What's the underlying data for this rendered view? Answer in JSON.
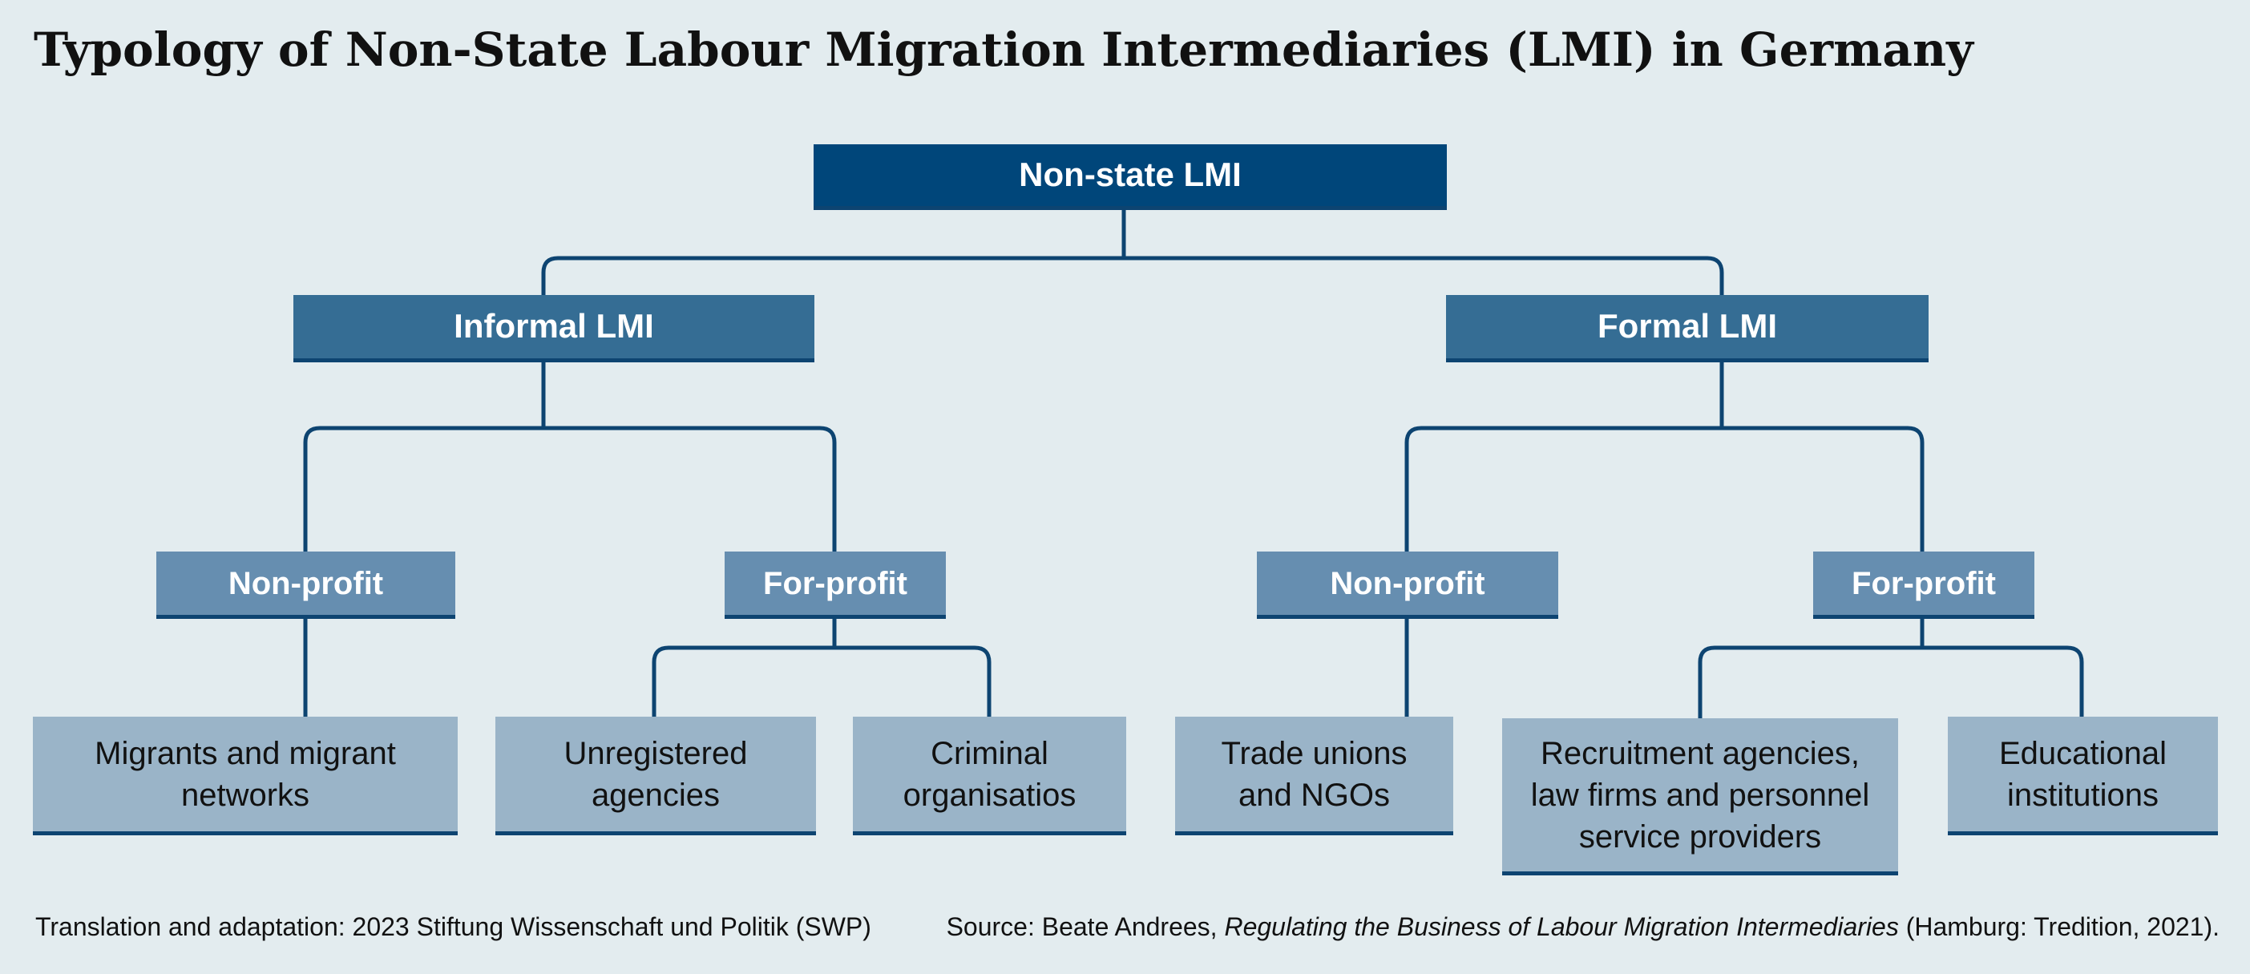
{
  "title": "Typology of Non-State Labour Migration Intermediaries (LMI) in Germany",
  "root": "Non-state LMI",
  "informal": {
    "label": "Informal LMI",
    "nonprofit": {
      "label": "Non-profit",
      "leaf": "Migrants and migrant networks"
    },
    "forprofit": {
      "label": "For-profit",
      "leaf1": "Unregistered agencies",
      "leaf2": "Criminal organisatios"
    }
  },
  "formal": {
    "label": "Formal LMI",
    "nonprofit": {
      "label": "Non-profit",
      "leaf": "Trade unions and NGOs"
    },
    "forprofit": {
      "label": "For-profit",
      "leaf1": "Recruitment agencies, law firms and personnel service providers",
      "leaf2": "Educational institutions"
    }
  },
  "footer": {
    "left": "Translation and adaptation: 2023 Stiftung Wissenschaft und Politik (SWP)",
    "source_prefix": "Source: Beate Andrees, ",
    "source_title": "Regulating the Business of Labour Migration Intermediaries",
    "source_suffix": " (Hamburg: Tredition, 2021)."
  },
  "colors": {
    "root": "#00467a",
    "level2": "#356d94",
    "level3": "#668eb0",
    "leaf": "#9ab4c8",
    "line": "#0d4471",
    "background": "#e3ecef"
  }
}
